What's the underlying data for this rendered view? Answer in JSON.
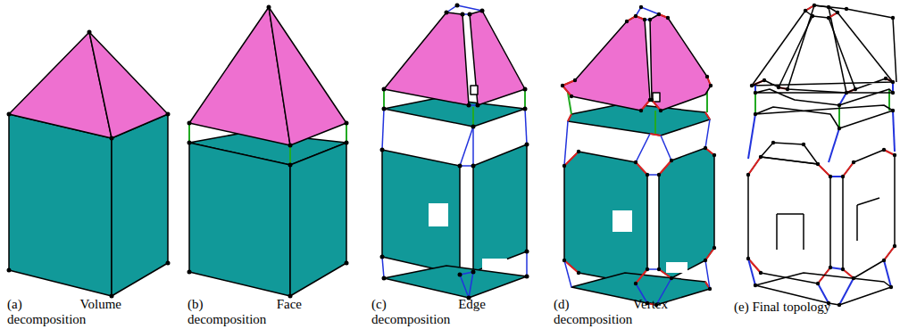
{
  "diagram": {
    "labels": [
      "(a) Volume decomposition",
      "(b) Face decomposition",
      "(c) Edge decomposition",
      "(d) Vertex decomposition",
      "(e) Final topology"
    ]
  }
}
